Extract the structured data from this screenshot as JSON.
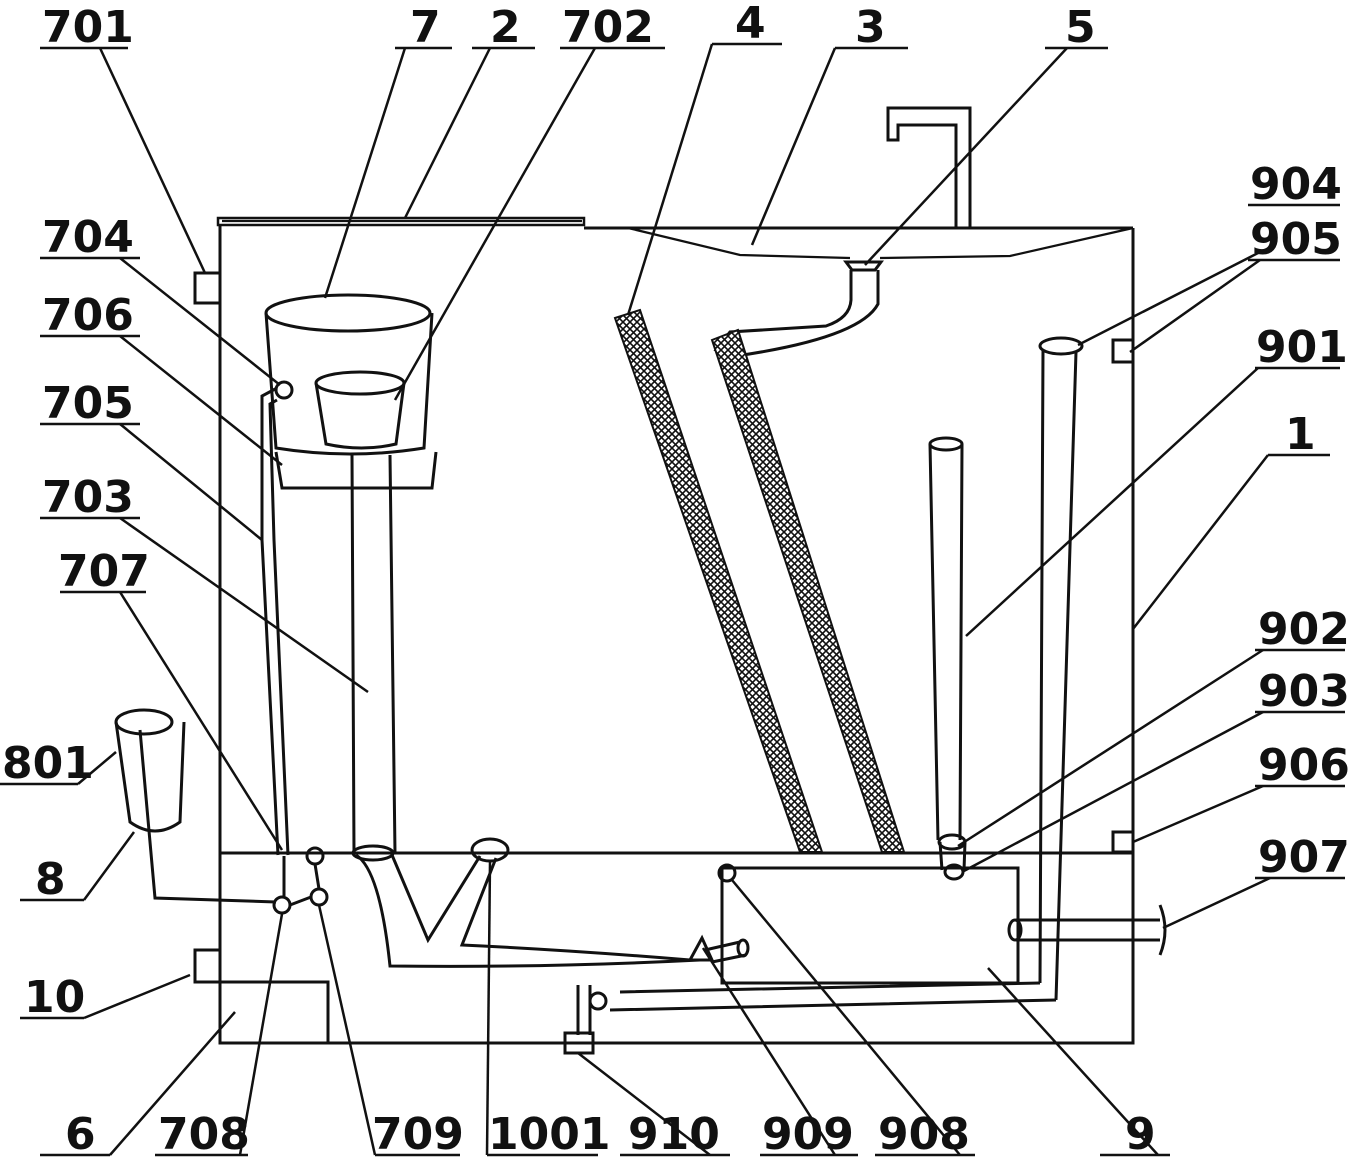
{
  "labels": {
    "l701": "701",
    "l7": "7",
    "l2": "2",
    "l702": "702",
    "l4": "4",
    "l3": "3",
    "l5": "5",
    "l704": "704",
    "l706": "706",
    "l705": "705",
    "l703": "703",
    "l707": "707",
    "l904": "904",
    "l905": "905",
    "l901": "901",
    "l1": "1",
    "l902": "902",
    "l903": "903",
    "l906": "906",
    "l907": "907",
    "l801": "801",
    "l8": "8",
    "l10": "10",
    "l6": "6",
    "l708": "708",
    "l709": "709",
    "l1001": "1001",
    "l910": "910",
    "l909": "909",
    "l908": "908",
    "l9": "9"
  },
  "colors": {
    "line": "#111111",
    "background": "#ffffff"
  }
}
